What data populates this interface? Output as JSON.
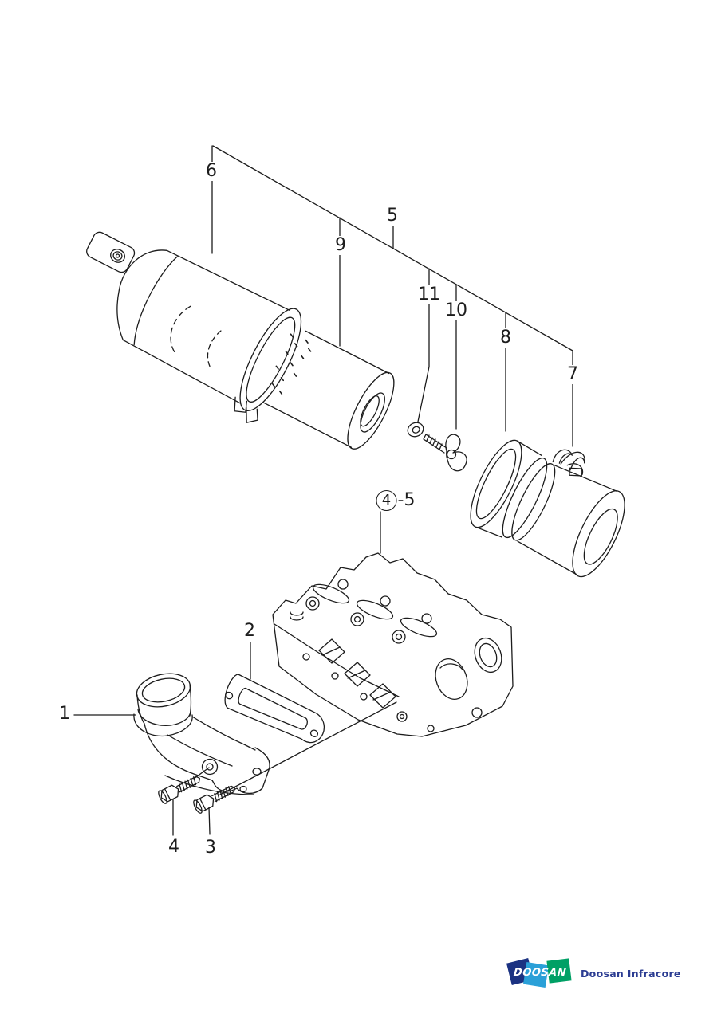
{
  "page": {
    "background_color": "#ffffff"
  },
  "diagram": {
    "type": "exploded-parts-diagram",
    "callouts": {
      "c1": {
        "label": "1"
      },
      "c2": {
        "label": "2"
      },
      "c3": {
        "label": "3"
      },
      "c4": {
        "label": "4"
      },
      "c5": {
        "label": "5"
      },
      "c6": {
        "label": "6"
      },
      "c7": {
        "label": "7"
      },
      "c8": {
        "label": "8"
      },
      "c9": {
        "label": "9"
      },
      "c10": {
        "label": "10"
      },
      "c11": {
        "label": "11"
      },
      "c45": {
        "circled": "4",
        "suffix": "-5"
      }
    },
    "parts": [
      {
        "callout": "1",
        "part": "intake-elbow"
      },
      {
        "callout": "2",
        "part": "gasket"
      },
      {
        "callout": "3",
        "part": "flange-bolt"
      },
      {
        "callout": "4",
        "part": "flange-bolt"
      },
      {
        "callout": "5",
        "part": "air-cleaner-assembly"
      },
      {
        "callout": "6",
        "part": "air-cleaner-body"
      },
      {
        "callout": "7",
        "part": "pre-cleaner-cap"
      },
      {
        "callout": "8",
        "part": "pre-cleaner-element"
      },
      {
        "callout": "9",
        "part": "air-cleaner-element"
      },
      {
        "callout": "10",
        "part": "wing-bolt"
      },
      {
        "callout": "11",
        "part": "washer"
      }
    ]
  },
  "footer": {
    "logo": {
      "brand": "DOOSAN",
      "company": "Doosan Infracore",
      "colors": {
        "navy": "#1b3282",
        "light_blue": "#2aa0d8",
        "green": "#00a065",
        "text": "#2b3c92"
      }
    }
  }
}
